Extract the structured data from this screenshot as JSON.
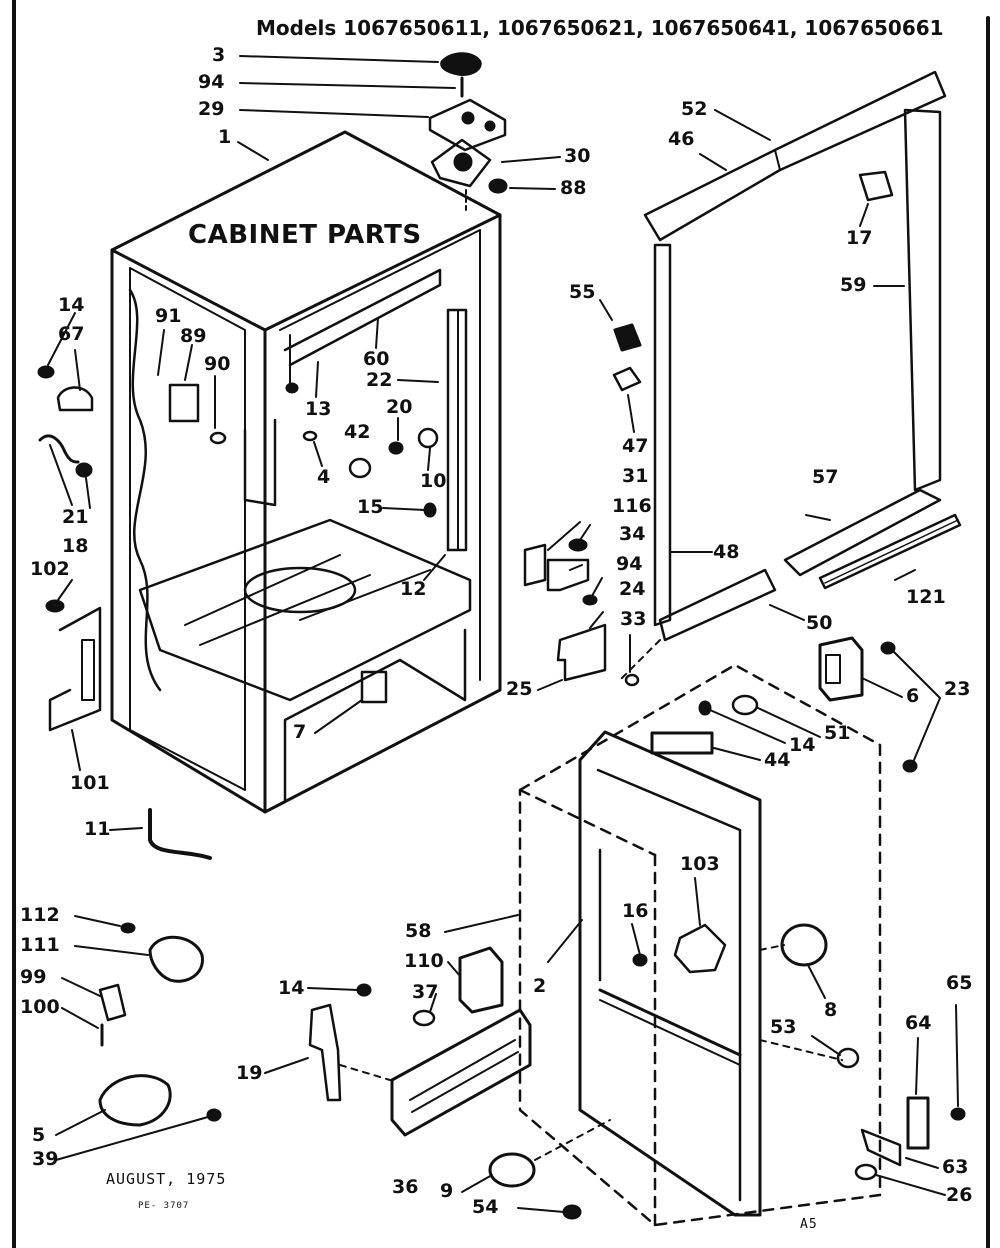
{
  "header": {
    "models_text": "Models 1067650611, 1067650621, 1067650641, 1067650661"
  },
  "section_title": "CABINET PARTS",
  "footer": {
    "date": "AUGUST, 1975",
    "code": "PE- 3707",
    "page_ref": "A5"
  },
  "parts": [
    {
      "id": "3"
    },
    {
      "id": "94"
    },
    {
      "id": "29"
    },
    {
      "id": "1"
    },
    {
      "id": "30"
    },
    {
      "id": "88"
    },
    {
      "id": "52"
    },
    {
      "id": "46"
    },
    {
      "id": "17"
    },
    {
      "id": "59"
    },
    {
      "id": "55"
    },
    {
      "id": "47"
    },
    {
      "id": "14"
    },
    {
      "id": "67"
    },
    {
      "id": "91"
    },
    {
      "id": "89"
    },
    {
      "id": "90"
    },
    {
      "id": "60"
    },
    {
      "id": "22"
    },
    {
      "id": "13"
    },
    {
      "id": "20"
    },
    {
      "id": "42"
    },
    {
      "id": "10"
    },
    {
      "id": "4"
    },
    {
      "id": "21"
    },
    {
      "id": "18"
    },
    {
      "id": "15"
    },
    {
      "id": "12"
    },
    {
      "id": "102"
    },
    {
      "id": "31"
    },
    {
      "id": "116"
    },
    {
      "id": "34"
    },
    {
      "id": "94b"
    },
    {
      "id": "48"
    },
    {
      "id": "24"
    },
    {
      "id": "57"
    },
    {
      "id": "121"
    },
    {
      "id": "33"
    },
    {
      "id": "50"
    },
    {
      "id": "25"
    },
    {
      "id": "7"
    },
    {
      "id": "101"
    },
    {
      "id": "6"
    },
    {
      "id": "23"
    },
    {
      "id": "51"
    },
    {
      "id": "14b"
    },
    {
      "id": "44"
    },
    {
      "id": "11"
    },
    {
      "id": "103"
    },
    {
      "id": "112"
    },
    {
      "id": "111"
    },
    {
      "id": "58"
    },
    {
      "id": "16"
    },
    {
      "id": "110"
    },
    {
      "id": "2"
    },
    {
      "id": "99"
    },
    {
      "id": "100"
    },
    {
      "id": "14c"
    },
    {
      "id": "37"
    },
    {
      "id": "8"
    },
    {
      "id": "65"
    },
    {
      "id": "64"
    },
    {
      "id": "53"
    },
    {
      "id": "19"
    },
    {
      "id": "5"
    },
    {
      "id": "39"
    },
    {
      "id": "36"
    },
    {
      "id": "9"
    },
    {
      "id": "63"
    },
    {
      "id": "54"
    },
    {
      "id": "26"
    }
  ],
  "labels": {
    "p3": "3",
    "p94": "94",
    "p29": "29",
    "p1": "1",
    "p30": "30",
    "p88": "88",
    "p52": "52",
    "p46": "46",
    "p17": "17",
    "p59": "59",
    "p55": "55",
    "p47": "47",
    "p14": "14",
    "p67": "67",
    "p91": "91",
    "p89": "89",
    "p90": "90",
    "p60": "60",
    "p22": "22",
    "p13": "13",
    "p20": "20",
    "p42": "42",
    "p10": "10",
    "p4": "4",
    "p21": "21",
    "p18": "18",
    "p15": "15",
    "p12": "12",
    "p102": "102",
    "p31": "31",
    "p116": "116",
    "p34": "34",
    "p94b": "94",
    "p48": "48",
    "p24": "24",
    "p57": "57",
    "p121": "121",
    "p33": "33",
    "p50": "50",
    "p25": "25",
    "p7": "7",
    "p101": "101",
    "p6": "6",
    "p23": "23",
    "p51": "51",
    "p14b": "14",
    "p44": "44",
    "p11": "11",
    "p103": "103",
    "p112": "112",
    "p111": "111",
    "p58": "58",
    "p16": "16",
    "p110": "110",
    "p2": "2",
    "p99": "99",
    "p100": "100",
    "p14c": "14",
    "p37": "37",
    "p8": "8",
    "p65": "65",
    "p64": "64",
    "p53": "53",
    "p19": "19",
    "p5": "5",
    "p39": "39",
    "p36": "36",
    "p9": "9",
    "p63": "63",
    "p54": "54",
    "p26": "26"
  },
  "colors": {
    "ink": "#111111",
    "paper": "#ffffff"
  }
}
